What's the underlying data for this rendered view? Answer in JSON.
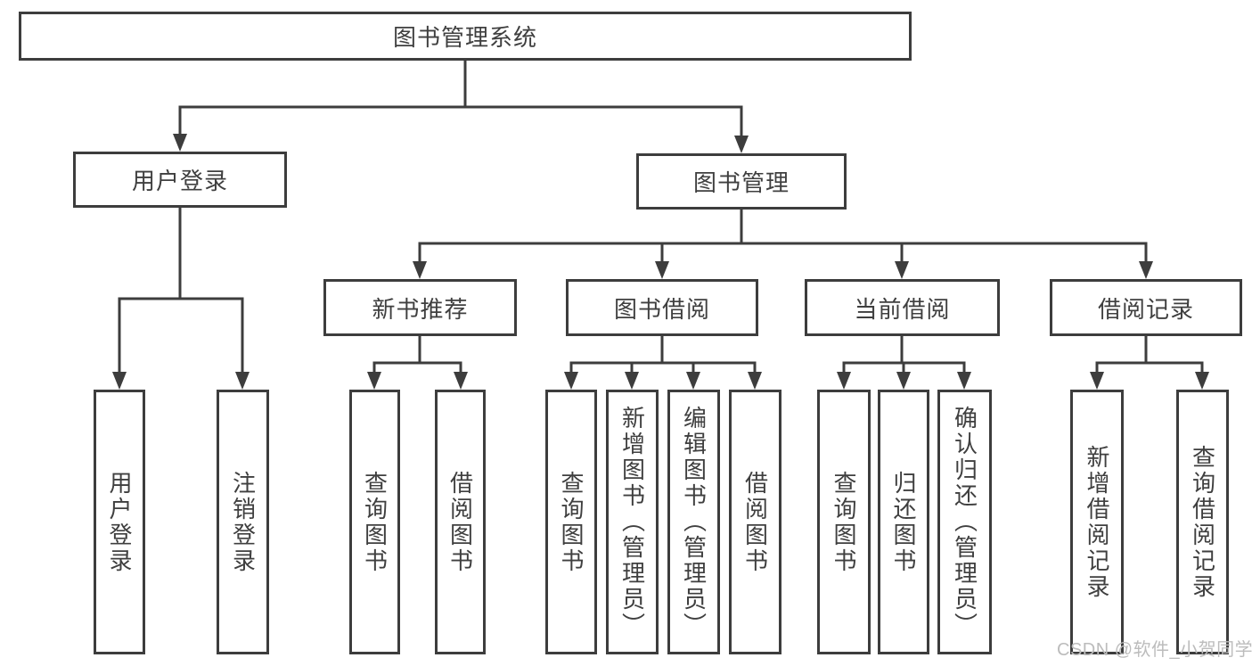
{
  "tree": {
    "label": "图书管理系统",
    "children": [
      {
        "label": "用户登录",
        "children": [
          {
            "label": "用户登录"
          },
          {
            "label": "注销登录"
          }
        ]
      },
      {
        "label": "图书管理",
        "children": [
          {
            "label": "新书推荐",
            "children": [
              {
                "label": "查询图书"
              },
              {
                "label": "借阅图书"
              }
            ]
          },
          {
            "label": "图书借阅",
            "children": [
              {
                "label": "查询图书"
              },
              {
                "label": "新增图书（管理员）"
              },
              {
                "label": "编辑图书（管理员）"
              },
              {
                "label": "借阅图书"
              }
            ]
          },
          {
            "label": "当前借阅",
            "children": [
              {
                "label": "查询图书"
              },
              {
                "label": "归还图书"
              },
              {
                "label": "确认归还（管理员）"
              }
            ]
          },
          {
            "label": "借阅记录",
            "children": [
              {
                "label": "新增借阅记录"
              },
              {
                "label": "查询借阅记录"
              }
            ]
          }
        ]
      }
    ]
  },
  "watermark": "CSDN @软件_小贺同学",
  "colors": {
    "line": "#3d3d3d",
    "text": "#3f3f3f",
    "background": "#ffffff",
    "watermark": "#bcbcbc"
  }
}
